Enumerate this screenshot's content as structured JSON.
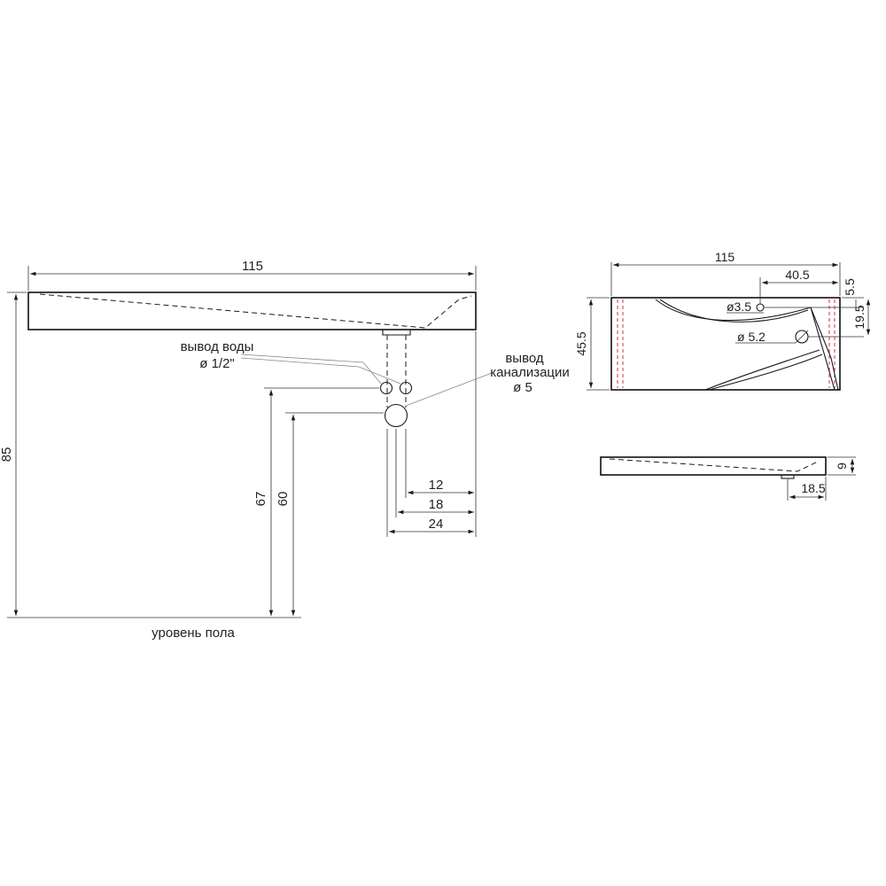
{
  "front_view": {
    "width_dim": "115",
    "height_dim": "85",
    "water_outlet_height": "67",
    "drain_height": "60",
    "offset_12": "12",
    "offset_18": "18",
    "offset_24": "24",
    "water_label_line1": "вывод воды",
    "water_label_line2": "ø 1/2\"",
    "drain_label_line1": "вывод",
    "drain_label_line2": "канализации",
    "drain_label_line3": "ø 5",
    "floor_label": "уровень пола"
  },
  "top_view": {
    "width_dim": "115",
    "depth_dim": "45.5",
    "offset_40_5": "40.5",
    "offset_5_5": "5.5",
    "offset_19_5": "19.5",
    "tap_hole": "ø3.5",
    "drain_hole": "ø 5.2"
  },
  "side_view": {
    "thickness_dim": "9",
    "drain_offset": "18.5"
  },
  "colors": {
    "line": "#1a1a1a",
    "hidden_red": "#d0303a",
    "leader_gray": "#888888"
  }
}
